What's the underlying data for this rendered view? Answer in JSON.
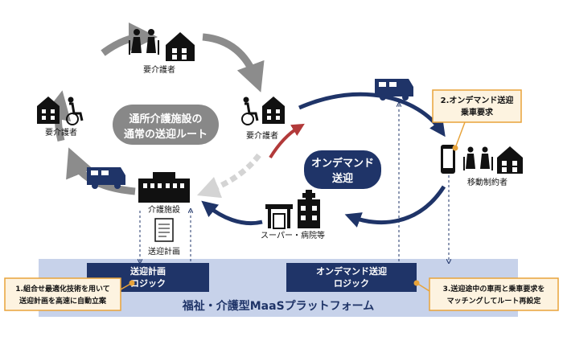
{
  "route_label": {
    "line1": "通所介護施設の",
    "line2": "通常の送迎ルート"
  },
  "ondemand_label": {
    "line1": "オンデマンド",
    "line2": "送迎"
  },
  "nodes": {
    "top_care": "要介護者",
    "left_care": "要介護者",
    "mid_care": "要介護者",
    "facility": "介護施設",
    "plan": "送迎計画",
    "store": "スーパー・病院等",
    "mobility": "移動制約者"
  },
  "platform": {
    "title": "福祉・介護型MaaSプラットフォーム",
    "logic_left": {
      "line1": "送迎計画",
      "line2": "ロジック"
    },
    "logic_right": {
      "line1": "オンデマンド送迎",
      "line2": "ロジック"
    }
  },
  "callouts": {
    "c1": {
      "line1": "1.組合せ最適化技術を用いて",
      "line2": "送迎計画を高速に自動立案"
    },
    "c2": {
      "line1": "2.オンデマンド送迎",
      "line2": "乗車要求"
    },
    "c3": {
      "line1": "3.送迎途中の車両と乗車要求を",
      "line2": "マッチングしてルート再設定"
    }
  },
  "colors": {
    "navy": "#1f3468",
    "grey": "#8c8c8c",
    "red": "#b23a3a",
    "platform": "#c7d2ea",
    "callout_border": "#e8a33a",
    "callout_fill": "#fdf3e0"
  }
}
